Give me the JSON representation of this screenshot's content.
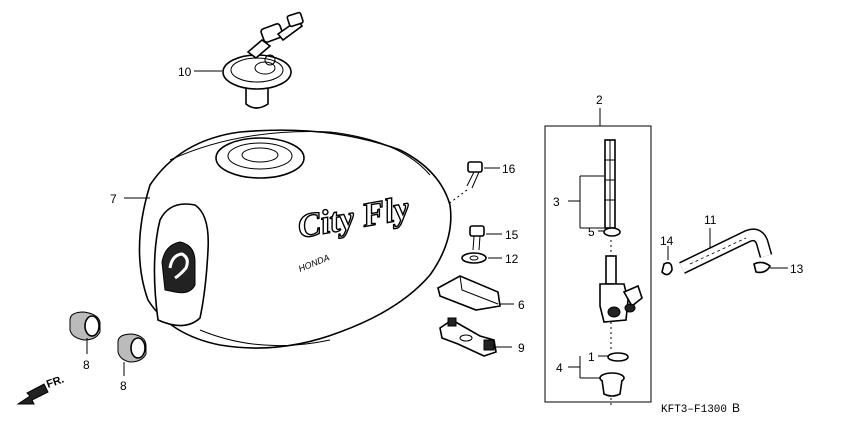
{
  "diagram": {
    "callouts": {
      "c1": "1",
      "c2": "2",
      "c3": "3",
      "c4": "4",
      "c5": "5",
      "c6": "6",
      "c7": "7",
      "c8a": "8",
      "c8b": "8",
      "c9": "9",
      "c10": "10",
      "c11": "11",
      "c12": "12",
      "c13": "13",
      "c14": "14",
      "c15": "15",
      "c16": "16"
    },
    "decal_text": "City Fly",
    "brand_text": "HONDA",
    "front_arrow_label": "FR.",
    "drawing_code": "KFT3–F1300",
    "drawing_code_suffix": "B"
  }
}
